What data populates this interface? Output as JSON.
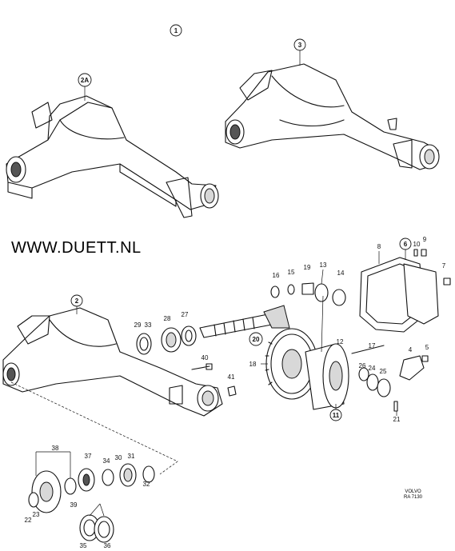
{
  "watermark": "WWW.DUETT.NL",
  "stamp": {
    "line1": "VOLVO",
    "line2": "RA 7130"
  },
  "circled_callouts": [
    "1",
    "2A",
    "3",
    "2",
    "6",
    "20",
    "11"
  ],
  "part_numbers": [
    "4",
    "5",
    "7",
    "8",
    "9",
    "10",
    "12",
    "13",
    "14",
    "15",
    "16",
    "17",
    "18",
    "19",
    "21",
    "22",
    "23",
    "24",
    "25",
    "26",
    "27",
    "28",
    "29",
    "30",
    "31",
    "32",
    "33",
    "34",
    "35",
    "36",
    "37",
    "38",
    "39",
    "40",
    "41"
  ]
}
